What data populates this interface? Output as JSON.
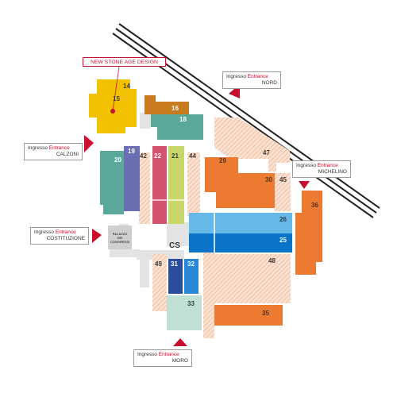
{
  "highlight": {
    "label": "NEW STONE AGE DESIGN",
    "color": "#c8102e"
  },
  "entrances": {
    "nord": {
      "ingresso": "Ingresso",
      "entrance": "Entrance",
      "name": "NORD"
    },
    "calzoni": {
      "ingresso": "Ingresso",
      "entrance": "Entrance",
      "name": "CALZONI"
    },
    "michelino": {
      "ingresso": "Ingresso",
      "entrance": "Entrance",
      "name": "MICHELINO"
    },
    "costituzione": {
      "ingresso": "Ingresso",
      "entrance": "Entrance",
      "name": "COSTITUZIONE"
    },
    "moro": {
      "ingresso": "Ingresso",
      "entrance": "Entrance",
      "name": "MORO"
    }
  },
  "palazzo": {
    "line1": "PALAZZO DEI",
    "line2": "CONGRESSI"
  },
  "cs": "CS",
  "halls": {
    "h14": "14",
    "h15": "15",
    "h16": "16",
    "h18": "18",
    "h19": "19",
    "h20": "20",
    "h21": "21",
    "h22": "22",
    "h25": "25",
    "h26": "26",
    "h29": "29",
    "h30": "30",
    "h31": "31",
    "h32": "32",
    "h33": "33",
    "h35": "35",
    "h36": "36",
    "h42": "42",
    "h44": "44",
    "h45": "45",
    "h47": "47",
    "h48": "48",
    "h49": "49"
  },
  "colors": {
    "yellow": "#f2c200",
    "orange": "#ec7a30",
    "teal": "#5aa89a",
    "blue": "#0a74c8",
    "lightblue": "#66b8e8",
    "navy": "#2c4d9c",
    "pink": "#d2546e",
    "lime": "#c8d66a",
    "mint": "#bfe0d2",
    "brown": "#c87a1e",
    "peach": "#f2a882",
    "grey": "#cfcfcf"
  }
}
